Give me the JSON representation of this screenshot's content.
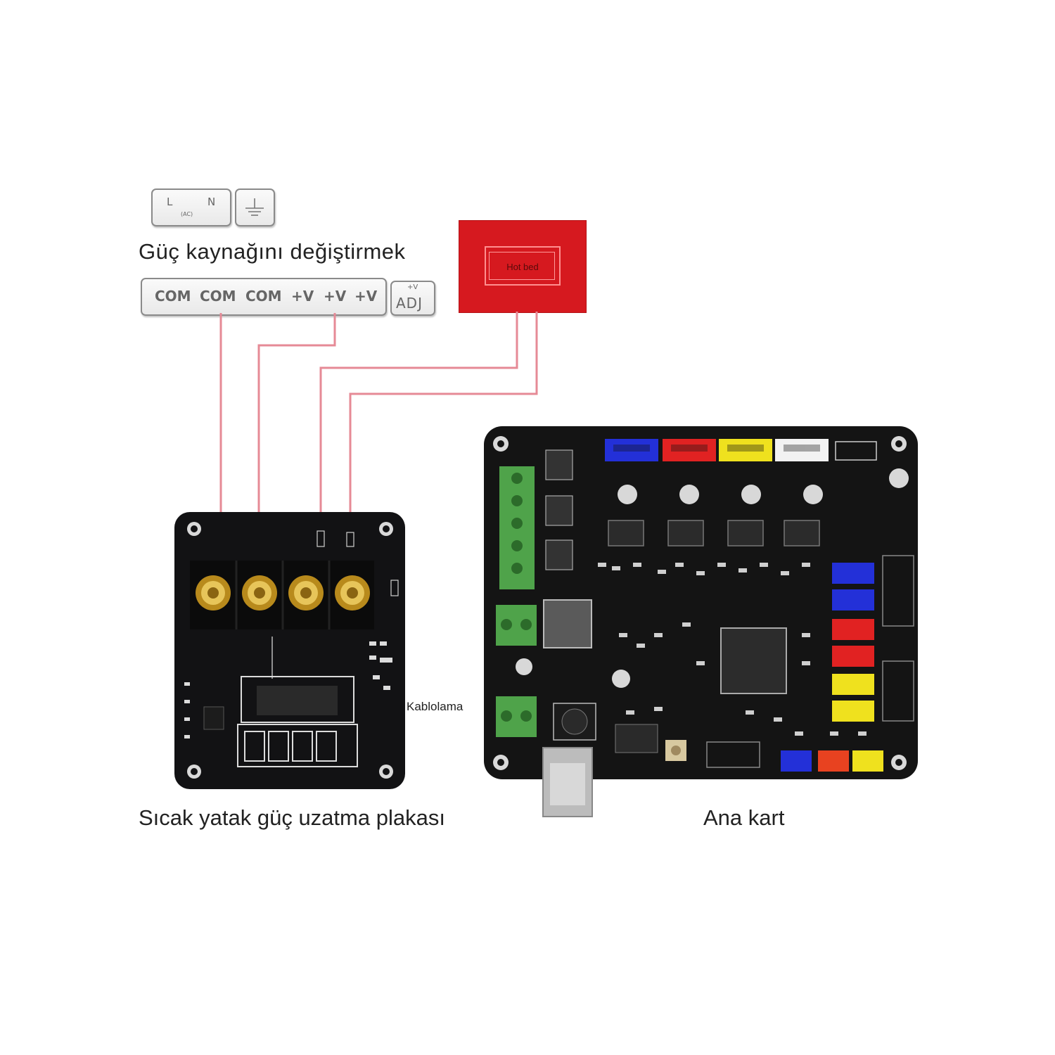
{
  "ac_terminal": {
    "l_label": "L",
    "n_label": "N",
    "ac_label": "(AC)"
  },
  "power_supply": {
    "caption": "Güç kaynağını değiştirmek",
    "terminals": [
      "COM",
      "COM",
      "COM",
      "+V",
      "+V",
      "+V"
    ],
    "adj_top": "+V",
    "adj_bottom": "ADJ"
  },
  "heatbed": {
    "label": "Hot bed",
    "color": "#d6191f"
  },
  "wire_color": "#e68a96",
  "mosfet_board": {
    "caption": "Sıcak yatak güç uzatma plakası",
    "connector_label": "Kablolama"
  },
  "main_board": {
    "caption": "Ana kart"
  }
}
